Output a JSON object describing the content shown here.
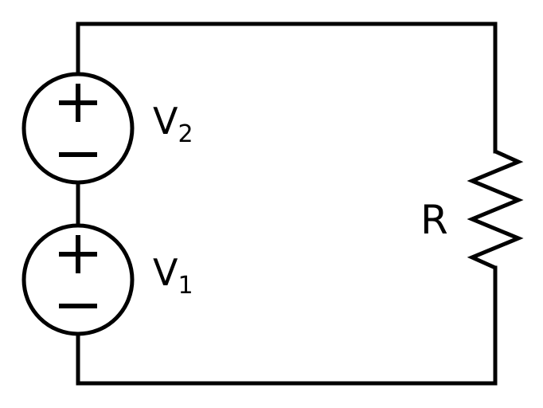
{
  "circuit": {
    "background_color": "#ffffff",
    "stroke_color": "#000000",
    "sources": {
      "v2": {
        "name": "V",
        "subscript": "2",
        "polarity_top": "+",
        "polarity_bottom": "−"
      },
      "v1": {
        "name": "V",
        "subscript": "1",
        "polarity_top": "+",
        "polarity_bottom": "−"
      }
    },
    "resistor": {
      "label": "R"
    }
  }
}
